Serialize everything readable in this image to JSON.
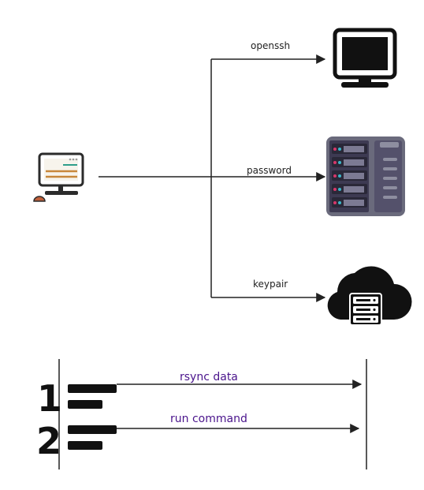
{
  "top_diagram": {
    "edges": [
      {
        "label": "openssh"
      },
      {
        "label": "password"
      },
      {
        "label": "keypair"
      }
    ],
    "nodes": {
      "client": {
        "icon": "computer-icon"
      },
      "openssh_target": {
        "icon": "monitor-icon"
      },
      "password_target": {
        "icon": "server-rack-icon"
      },
      "keypair_target": {
        "icon": "cloud-server-icon"
      }
    }
  },
  "bottom_diagram": {
    "steps": [
      {
        "number": "1",
        "label": "rsync data"
      },
      {
        "number": "2",
        "label": "run command"
      }
    ]
  },
  "colors": {
    "line": "#222222",
    "step_label": "#4a148c",
    "rack_body": "#3d3a52",
    "client_accent": "#c8873a"
  }
}
